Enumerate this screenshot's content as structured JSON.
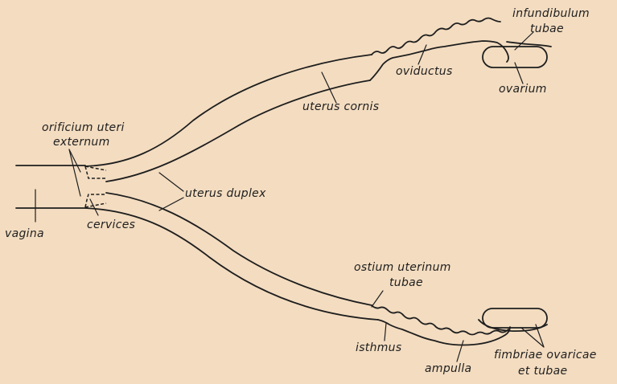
{
  "labels": {
    "infundibulum_line1": "infundibulum",
    "infundibulum_line2": "tubae",
    "oviductus": "oviductus",
    "ovarium": "ovarium",
    "uterus_cornis": "uterus cornis",
    "orificium_line1": "orificium uteri",
    "orificium_line2": "externum",
    "uterus_duplex": "uterus duplex",
    "vagina": "vagina",
    "cervices": "cervices",
    "ostium_line1": "ostium uterinum",
    "ostium_line2": "tubae",
    "isthmus": "isthmus",
    "ampulla": "ampulla",
    "fimbriae_line1": "fimbriae ovaricae",
    "fimbriae_line2": "et tubae"
  }
}
